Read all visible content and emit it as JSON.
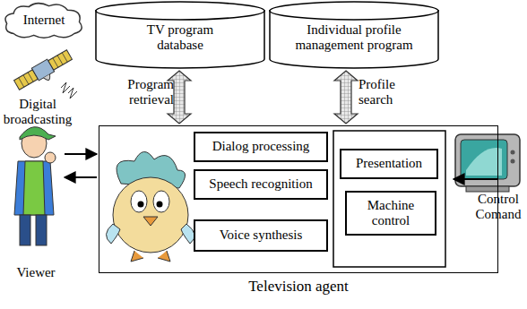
{
  "diagram": {
    "nodes": [
      {
        "text": [
          "Internet"
        ]
      },
      {
        "text": [
          "TV program database"
        ]
      },
      {
        "text": [
          "Individual profile management program"
        ]
      },
      {
        "text": [
          "Television agent"
        ]
      },
      {
        "text": [
          "Dialog processing"
        ],
        "in": 3
      },
      {
        "text": [
          "Speech recognition"
        ],
        "in": 3
      },
      {
        "text": [
          "Voice synthesis"
        ],
        "in": 3
      },
      {
        "text": [
          "Presentation"
        ],
        "in": 3
      },
      {
        "text": [
          "Machine control"
        ],
        "in": 3
      }
    ],
    "edges": [
      {
        "from": 1,
        "to": 3,
        "label": "Program retrieval",
        "arrow": "both"
      },
      {
        "from": 2,
        "to": 3,
        "label": "Profile search",
        "arrow": "both"
      }
    ],
    "labels": [
      "Digital broadcasting",
      "Viewer",
      "Control Comand"
    ]
  }
}
